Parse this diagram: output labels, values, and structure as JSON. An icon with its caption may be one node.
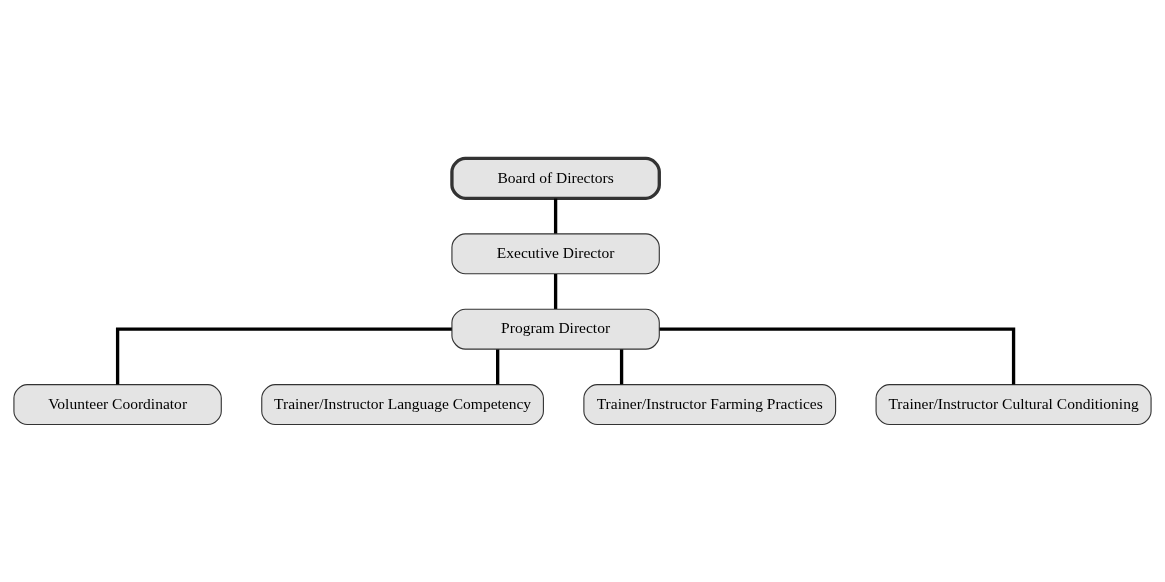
{
  "diagram": {
    "nodes": [
      {
        "text": [
          "Board of Directors"
        ]
      },
      {
        "text": [
          "Executive Director"
        ]
      },
      {
        "text": [
          "Program Director"
        ]
      },
      {
        "text": [
          "Volunteer Coordinator"
        ]
      },
      {
        "text": [
          "Trainer/Instructor Language Competency"
        ]
      },
      {
        "text": [
          "Trainer/Instructor Farming Practices"
        ]
      },
      {
        "text": [
          "Trainer/Instructor Cultural Conditioning"
        ]
      }
    ],
    "edges": [
      {
        "from": 0,
        "to": 1,
        "arrow": "none"
      },
      {
        "from": 1,
        "to": 2,
        "arrow": "none"
      },
      {
        "from": 2,
        "to": 3,
        "arrow": "none"
      },
      {
        "from": 2,
        "to": 4,
        "arrow": "none"
      },
      {
        "from": 2,
        "to": 5,
        "arrow": "none"
      },
      {
        "from": 2,
        "to": 6,
        "arrow": "none"
      }
    ]
  }
}
